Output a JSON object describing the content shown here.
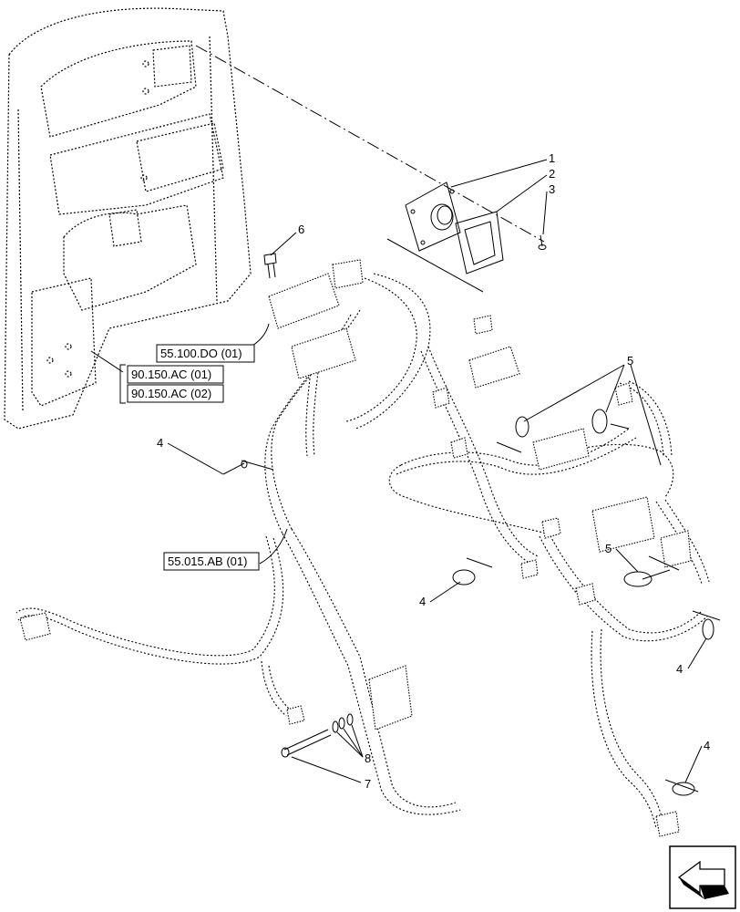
{
  "callouts": [
    "1",
    "2",
    "3",
    "4",
    "4",
    "4",
    "4",
    "4",
    "5",
    "5",
    "5",
    "6",
    "7",
    "8"
  ],
  "references": [
    "55.100.DO (01)",
    "90.150.AC (01)",
    "90.150.AC (02)",
    "55.015.AB (01)"
  ],
  "icons": [
    "next-page-arrow-icon"
  ]
}
